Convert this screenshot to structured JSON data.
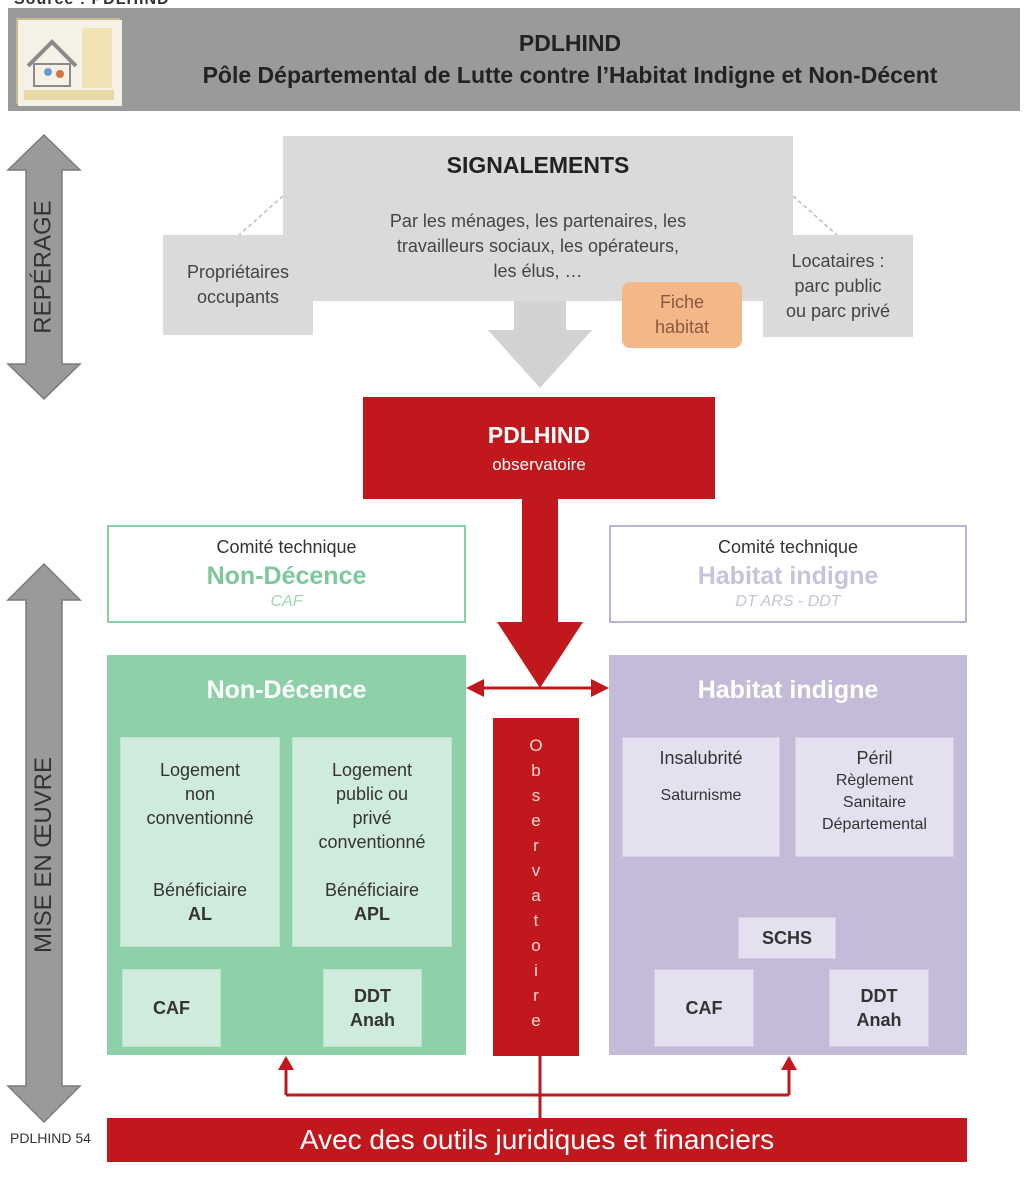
{
  "source_line": "Source : PDLHIND",
  "header": {
    "title": "PDLHIND",
    "subtitle": "Pôle Départemental de Lutte contre l’Habitat Indigne et Non-Décent"
  },
  "side_labels": {
    "top": "REPÉRAGE",
    "bottom": "MISE EN ŒUVRE"
  },
  "signalements": {
    "title": "SIGNALEMENTS",
    "lines": [
      "Par les ménages, les partenaires, les",
      "travailleurs sociaux, les opérateurs,",
      "les élus, …"
    ]
  },
  "proprietaires": [
    "Propriétaires",
    "occupants"
  ],
  "locataires": [
    "Locataires :",
    "parc public",
    "ou parc privé"
  ],
  "fiche": [
    "Fiche",
    "habitat"
  ],
  "observatoire_box": {
    "title": "PDLHIND",
    "subtitle": "observatoire"
  },
  "comite_left": {
    "label": "Comité technique",
    "title": "Non-Décence",
    "sub": "CAF"
  },
  "comite_right": {
    "label": "Comité technique",
    "title": "Habitat indigne",
    "sub": "DT ARS - DDT"
  },
  "non_decence": {
    "title": "Non-Décence",
    "box1": {
      "lines": [
        "Logement",
        "non",
        "conventionné"
      ],
      "benef": "Bénéficiaire",
      "code": "AL"
    },
    "box2": {
      "lines": [
        "Logement",
        "public ou",
        "privé",
        "conventionné"
      ],
      "benef": "Bénéficiaire",
      "code": "APL"
    },
    "caf": "CAF",
    "ddt": [
      "DDT",
      "Anah"
    ]
  },
  "habitat_indigne": {
    "title": "Habitat indigne",
    "insalubrite": "Insalubrité",
    "saturnisme": "Saturnisme",
    "peril": [
      "Péril",
      "Règlement",
      "Sanitaire",
      "Départemental"
    ],
    "schs": "SCHS",
    "caf": "CAF",
    "ddt": [
      "DDT",
      "Anah"
    ]
  },
  "observatoire_vertical": [
    "O",
    "b",
    "s",
    "e",
    "r",
    "v",
    "a",
    "t",
    "o",
    "i",
    "r",
    "e"
  ],
  "bottom_bar": "Avec des outils juridiques et financiers",
  "footer_label": "PDLHIND 54",
  "colors": {
    "header_grey": "#9a9a9a",
    "red": "#c0181d",
    "green": "#8ed1a9",
    "purple": "#c3bbd8",
    "orange": "#f3b78a"
  }
}
